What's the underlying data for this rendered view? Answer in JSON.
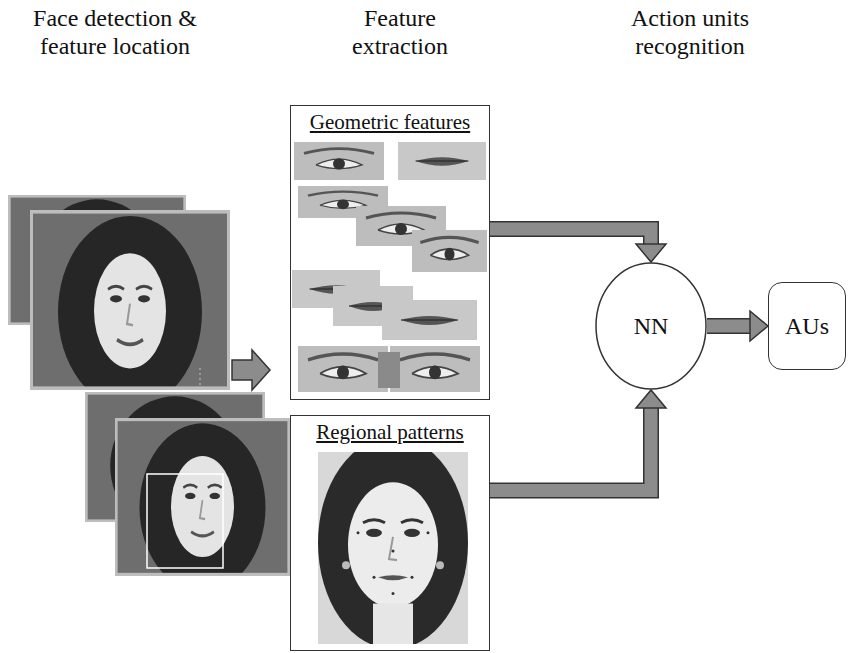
{
  "diagram": {
    "nodes": [
      {
        "text": [
          "Geometric features"
        ]
      },
      {
        "text": [
          "Regional patterns"
        ]
      },
      {
        "text": [
          "NN"
        ]
      },
      {
        "text": [
          "AUs"
        ]
      }
    ],
    "edges": [
      {
        "from": 0,
        "to": 2,
        "arrow": "to"
      },
      {
        "from": 1,
        "to": 2,
        "arrow": "to"
      },
      {
        "from": 2,
        "to": 3,
        "arrow": "to"
      }
    ],
    "labels": [
      "Face detection & feature location",
      "Feature extraction",
      "Action units recognition"
    ]
  }
}
